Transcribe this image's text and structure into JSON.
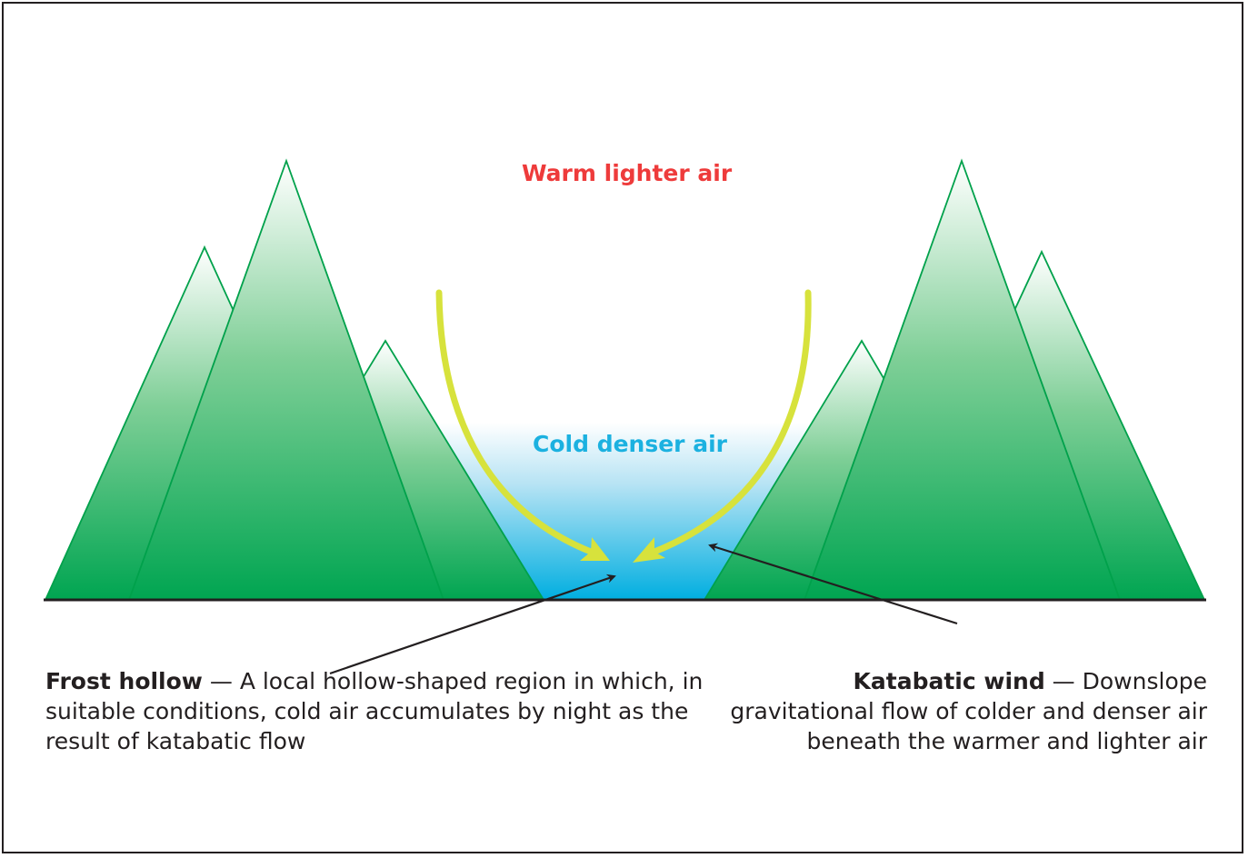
{
  "labels": {
    "warm_air": "Warm lighter air",
    "cold_air": "Cold denser air"
  },
  "frost_hollow": {
    "term": "Frost hollow",
    "dash": " — ",
    "definition": "A local hollow-shaped region in which, in suitable conditions, cold air accumulates by night as the result of katabatic flow"
  },
  "katabatic_wind": {
    "term": "Katabatic wind",
    "dash": " — ",
    "definition": "Downslope gravitational flow of colder and denser air beneath the warmer and lighter air"
  },
  "colors": {
    "mountain_base": "#00a551",
    "mountain_top": "#ffffff",
    "mountain_outline": "#00a14b",
    "cold_air": "#00aee0",
    "flow_arrow": "#d7e23c",
    "warm_text": "#ee3b3b",
    "cold_text": "#1bb1e0",
    "ground_line": "#231f20"
  }
}
